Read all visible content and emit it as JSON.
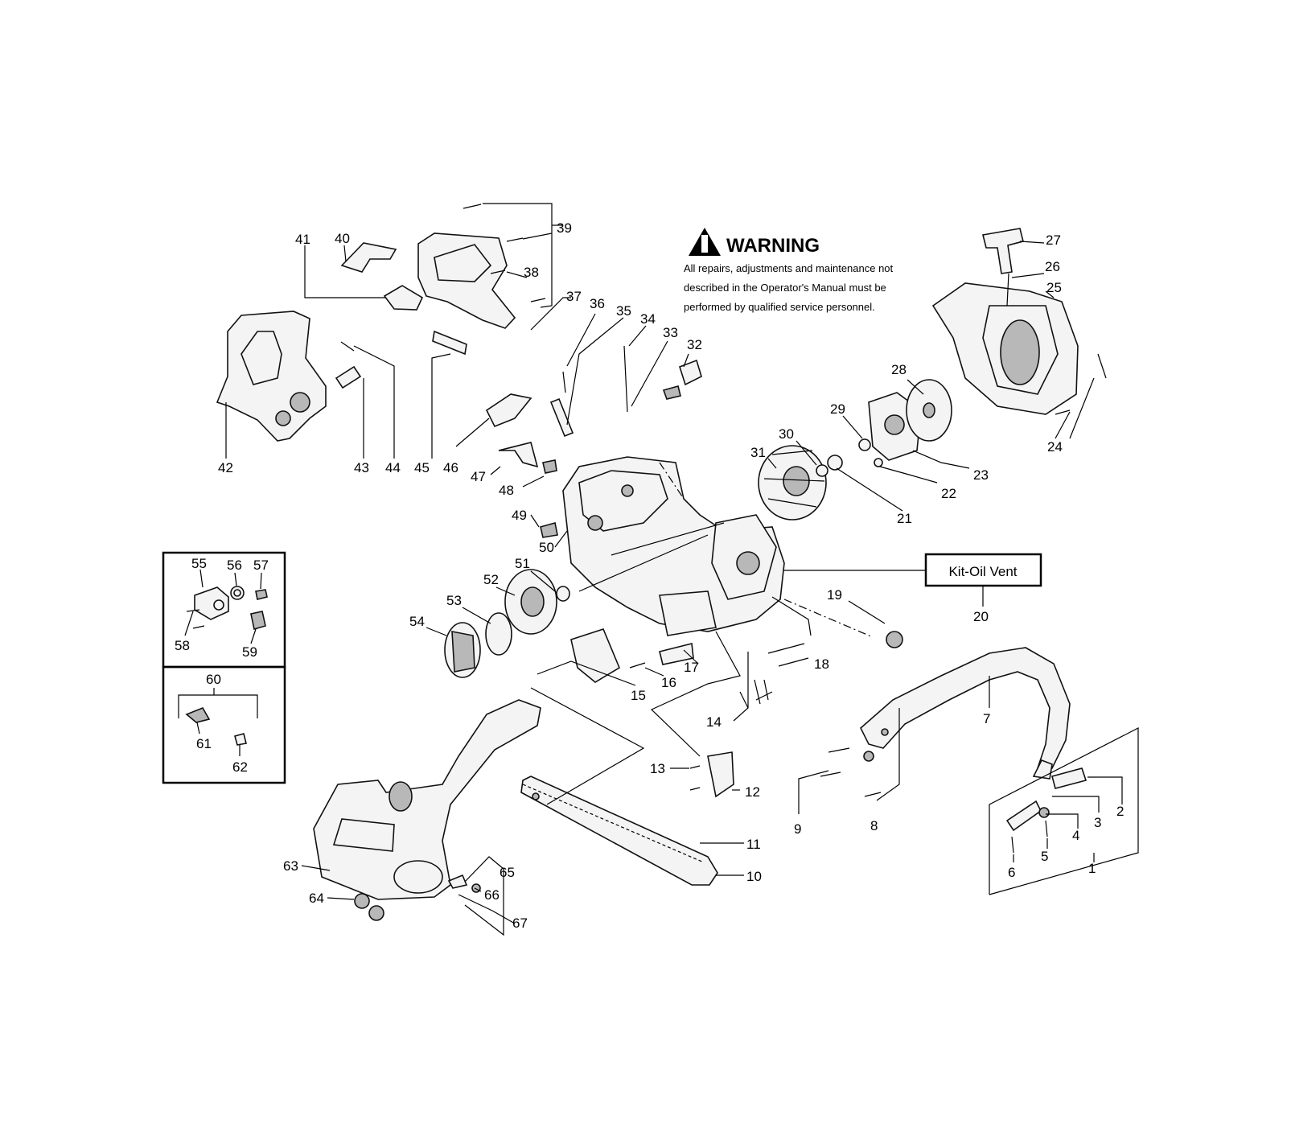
{
  "warning": {
    "title": "WARNING",
    "icon": "exclamation-triangle-icon",
    "lines": [
      "All repairs, adjustments and maintenance not",
      "described in the Operator's Manual must be",
      "performed by qualified  service personnel."
    ]
  },
  "kit_label": "Kit-Oil Vent",
  "callouts": [
    "1",
    "2",
    "3",
    "4",
    "5",
    "6",
    "7",
    "8",
    "9",
    "10",
    "11",
    "12",
    "13",
    "14",
    "15",
    "16",
    "17",
    "18",
    "19",
    "20",
    "21",
    "22",
    "23",
    "24",
    "25",
    "26",
    "27",
    "28",
    "29",
    "30",
    "31",
    "32",
    "33",
    "34",
    "35",
    "36",
    "37",
    "38",
    "39",
    "40",
    "41",
    "42",
    "43",
    "44",
    "45",
    "46",
    "47",
    "48",
    "49",
    "50",
    "51",
    "52",
    "53",
    "54",
    "55",
    "56",
    "57",
    "58",
    "59",
    "60",
    "61",
    "62",
    "63",
    "64",
    "65",
    "66",
    "67"
  ]
}
